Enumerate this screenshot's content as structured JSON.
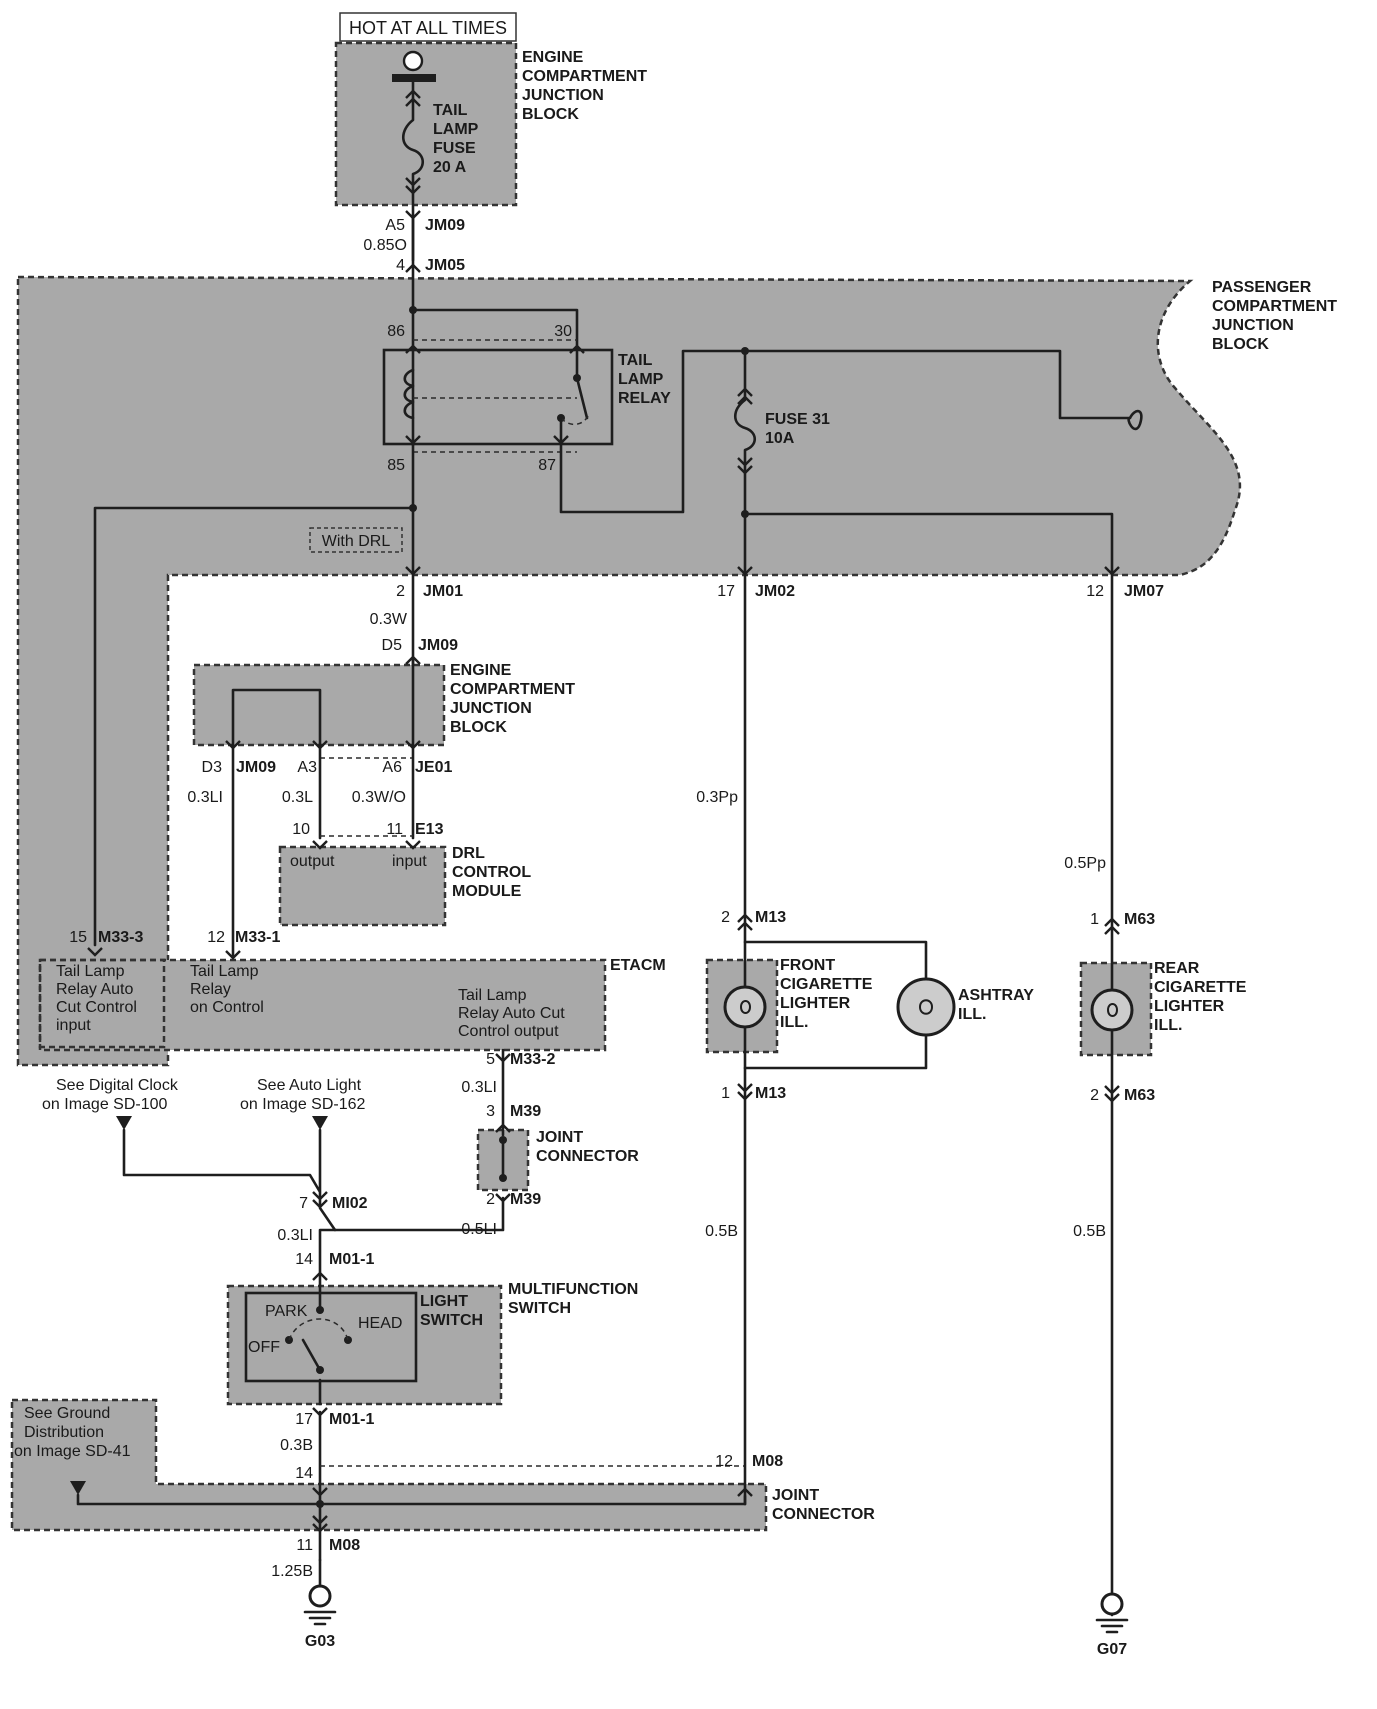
{
  "hot_label": "HOT AT ALL TIMES",
  "blocks": {
    "ecjb_top": [
      "ENGINE",
      "COMPARTMENT",
      "JUNCTION",
      "BLOCK"
    ],
    "fuse_tail": [
      "TAIL",
      "LAMP",
      "FUSE",
      "20 A"
    ],
    "pcjb": [
      "PASSENGER",
      "COMPARTMENT",
      "JUNCTION",
      "BLOCK"
    ],
    "relay": [
      "TAIL",
      "LAMP",
      "RELAY"
    ],
    "fuse31": [
      "FUSE 31",
      "10A"
    ],
    "with_drl": "With DRL",
    "ecjb_mid": [
      "ENGINE",
      "COMPARTMENT",
      "JUNCTION",
      "BLOCK"
    ],
    "drl": [
      "DRL",
      "CONTROL",
      "MODULE"
    ],
    "drl_output": "output",
    "drl_input": "input",
    "etacm": "ETACM",
    "etacm_auto_cut_in": [
      "Tail Lamp",
      "Relay Auto",
      "Cut Control",
      "input"
    ],
    "etacm_relay_on": [
      "Tail Lamp",
      "Relay",
      "on Control"
    ],
    "etacm_auto_cut_out": [
      "Tail Lamp",
      "Relay Auto Cut",
      "Control output"
    ],
    "see_clock": [
      "See Digital Clock",
      "on Image SD-100"
    ],
    "see_autolight": [
      "See Auto Light",
      "on Image SD-162"
    ],
    "joint_m39": [
      "JOINT",
      "CONNECTOR"
    ],
    "mfs": [
      "MULTIFUNCTION",
      "SWITCH"
    ],
    "light_switch": [
      "LIGHT",
      "SWITCH"
    ],
    "sw_park": "PARK",
    "sw_head": "HEAD",
    "sw_off": "OFF",
    "see_ground": [
      "See Ground",
      "Distribution",
      "on Image SD-41"
    ],
    "joint_m08": [
      "JOINT",
      "CONNECTOR"
    ],
    "front_cig": [
      "FRONT",
      "CIGARETTE",
      "LIGHTER",
      "ILL."
    ],
    "ashtray": [
      "ASHTRAY",
      "ILL."
    ],
    "rear_cig": [
      "REAR",
      "CIGARETTE",
      "LIGHTER",
      "ILL."
    ]
  },
  "pins": {
    "a5": "A5",
    "jm09": "JM09",
    "w085": "0.85O",
    "p4": "4",
    "jm05": "JM05",
    "r86": "86",
    "r30": "30",
    "r85": "85",
    "r87": "87",
    "p2": "2",
    "jm01": "JM01",
    "w03w": "0.3W",
    "d5": "D5",
    "jm09b": "JM09",
    "d3": "D3",
    "jm09c": "JM09",
    "a3": "A3",
    "a6": "A6",
    "je01": "JE01",
    "w03li": "0.3LI",
    "w03l": "0.3L",
    "w03wo": "0.3W/O",
    "p10": "10",
    "p11": "11",
    "e13": "E13",
    "p15": "15",
    "m333": "M33-3",
    "p12": "12",
    "m331": "M33-1",
    "p5": "5",
    "m332": "M33-2",
    "w03li_b": "0.3LI",
    "p3": "3",
    "m39": "M39",
    "p2b": "2",
    "m39b": "M39",
    "w05li": "0.5LI",
    "p7": "7",
    "mi02": "MI02",
    "w03li_c": "0.3LI",
    "p14": "14",
    "m011": "M01-1",
    "p17": "17",
    "m011b": "M01-1",
    "w03b": "0.3B",
    "p14b": "14",
    "p12b": "12",
    "m08": "M08",
    "p11b": "11",
    "m08b": "M08",
    "w125b": "1.25B",
    "g03": "G03",
    "p17b": "17",
    "jm02": "JM02",
    "w03pp": "0.3Pp",
    "p2c": "2",
    "m13": "M13",
    "p1": "1",
    "m13b": "M13",
    "w05b": "0.5B",
    "p12c": "12",
    "jm07": "JM07",
    "w05pp": "0.5Pp",
    "p1b": "1",
    "m63": "M63",
    "p2d": "2",
    "m63b": "M63",
    "w05b_b": "0.5B",
    "g07": "G07"
  }
}
